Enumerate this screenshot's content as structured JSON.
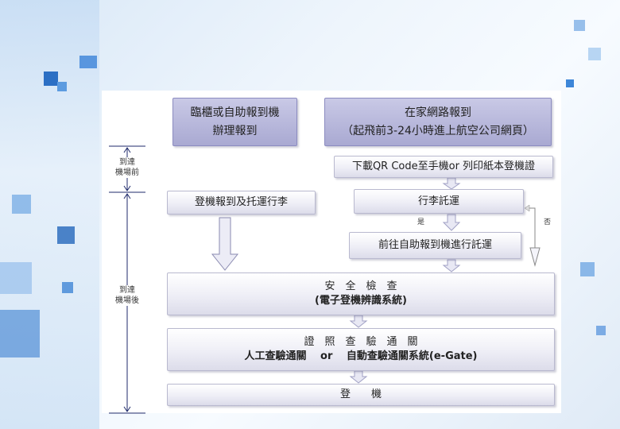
{
  "flow": {
    "counter_title": "臨櫃或自助報到機\n辦理報到",
    "online_line1": "在家網路報到",
    "online_line2": "（起飛前3-24小時進上航空公司網頁）",
    "download": "下載QR Code至手機or 列印紙本登機證",
    "checkin_baggage": "登機報到及托運行李",
    "baggage_check": "行李託運",
    "yes": "是",
    "no": "否",
    "kiosk": "前往自助報到機進行託運",
    "security_line1": "安　全　檢　查",
    "security_line2": "(電子登機辨識系統)",
    "passport_line1": "證　照　查　驗　通　關",
    "passport_line2": "人工查驗通關　 or 　自動查驗通關系統(e-Gate)",
    "boarding": "登　　機"
  },
  "timeline": {
    "before": "到達\n機場前",
    "after": "到達\n機場後"
  },
  "colors": {
    "box_header": "#b3b3d9",
    "box_light": "#eeeef6",
    "line": "#1f2a6b",
    "arrow_fill": "#e8e8f4"
  }
}
